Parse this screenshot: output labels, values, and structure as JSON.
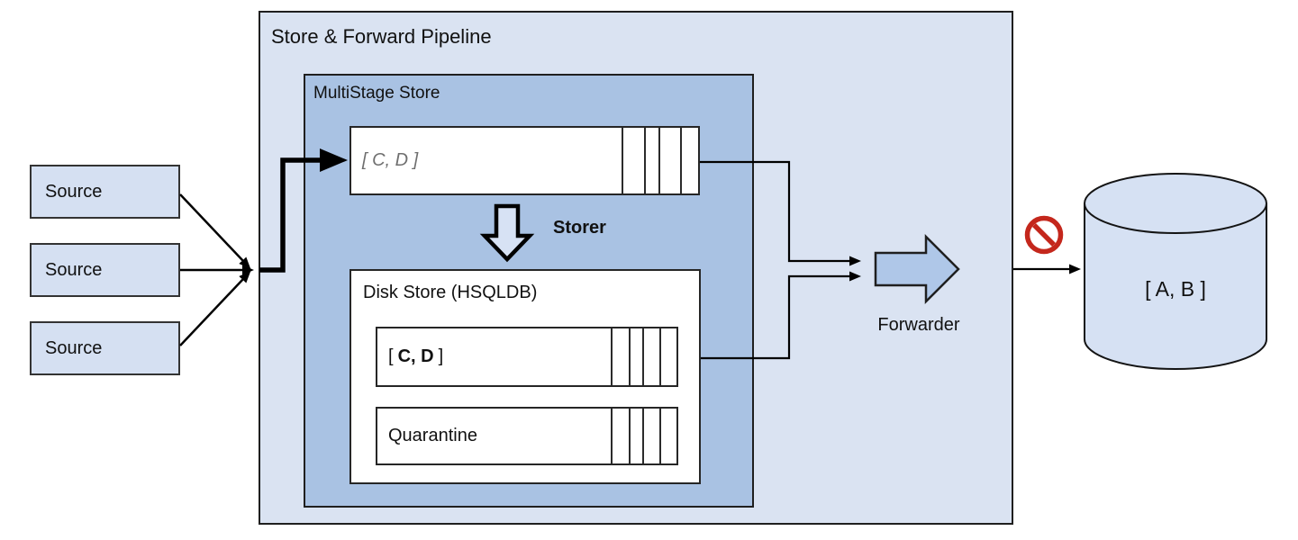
{
  "pipeline": {
    "title": "Store & Forward Pipeline"
  },
  "multistage": {
    "title": "MultiStage Store"
  },
  "memory_queue": {
    "label": "[ C, D ]"
  },
  "storer": {
    "label": "Storer"
  },
  "disk_store": {
    "title": "Disk Store (HSQLDB)"
  },
  "disk_queue": {
    "open": "[",
    "items": "C, D",
    "close": "]"
  },
  "quarantine": {
    "label": "Quarantine"
  },
  "sources": [
    {
      "label": "Source"
    },
    {
      "label": "Source"
    },
    {
      "label": "Source"
    }
  ],
  "forwarder": {
    "label": "Forwarder"
  },
  "destination": {
    "label": "[ A, B ]"
  },
  "icons": {
    "storer_arrow": "down-block-arrow",
    "forwarder_arrow": "right-block-arrow",
    "no_entry": "no-entry-sign"
  },
  "colors": {
    "pipeline_fill": "#dae3f2",
    "multistage_fill": "#a9c2e3",
    "queue_fill": "#ffffff",
    "node_fill": "#d5e0f2",
    "cylinder_fill": "#d6e1f3",
    "forwarder_fill": "#afc7e8",
    "storer_fill": "#d7e2f4",
    "outline": "#1f1f1f",
    "memory_queue_text": "#6f6f6f",
    "no_entry_red": "#c4271c"
  }
}
